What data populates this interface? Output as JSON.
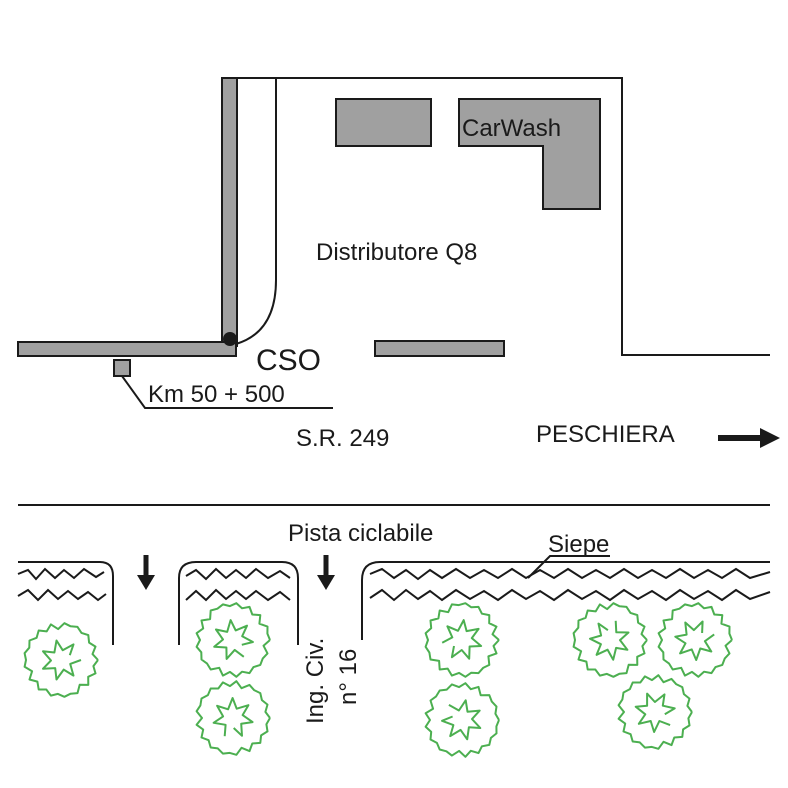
{
  "labels": {
    "carwash": "CarWash",
    "station": "Distributore Q8",
    "cso": "CSO",
    "km": "Km 50 + 500",
    "road": "S.R. 249",
    "direction": "PESCHIERA",
    "bike_path": "Pista ciclabile",
    "hedge": "Siepe",
    "entrance_line1": "Ing. Civ.",
    "entrance_line2": "n° 16"
  },
  "colors": {
    "ink": "#1a1a1a",
    "structure_fill": "#a0a0a0",
    "bush": "#4caf50"
  }
}
